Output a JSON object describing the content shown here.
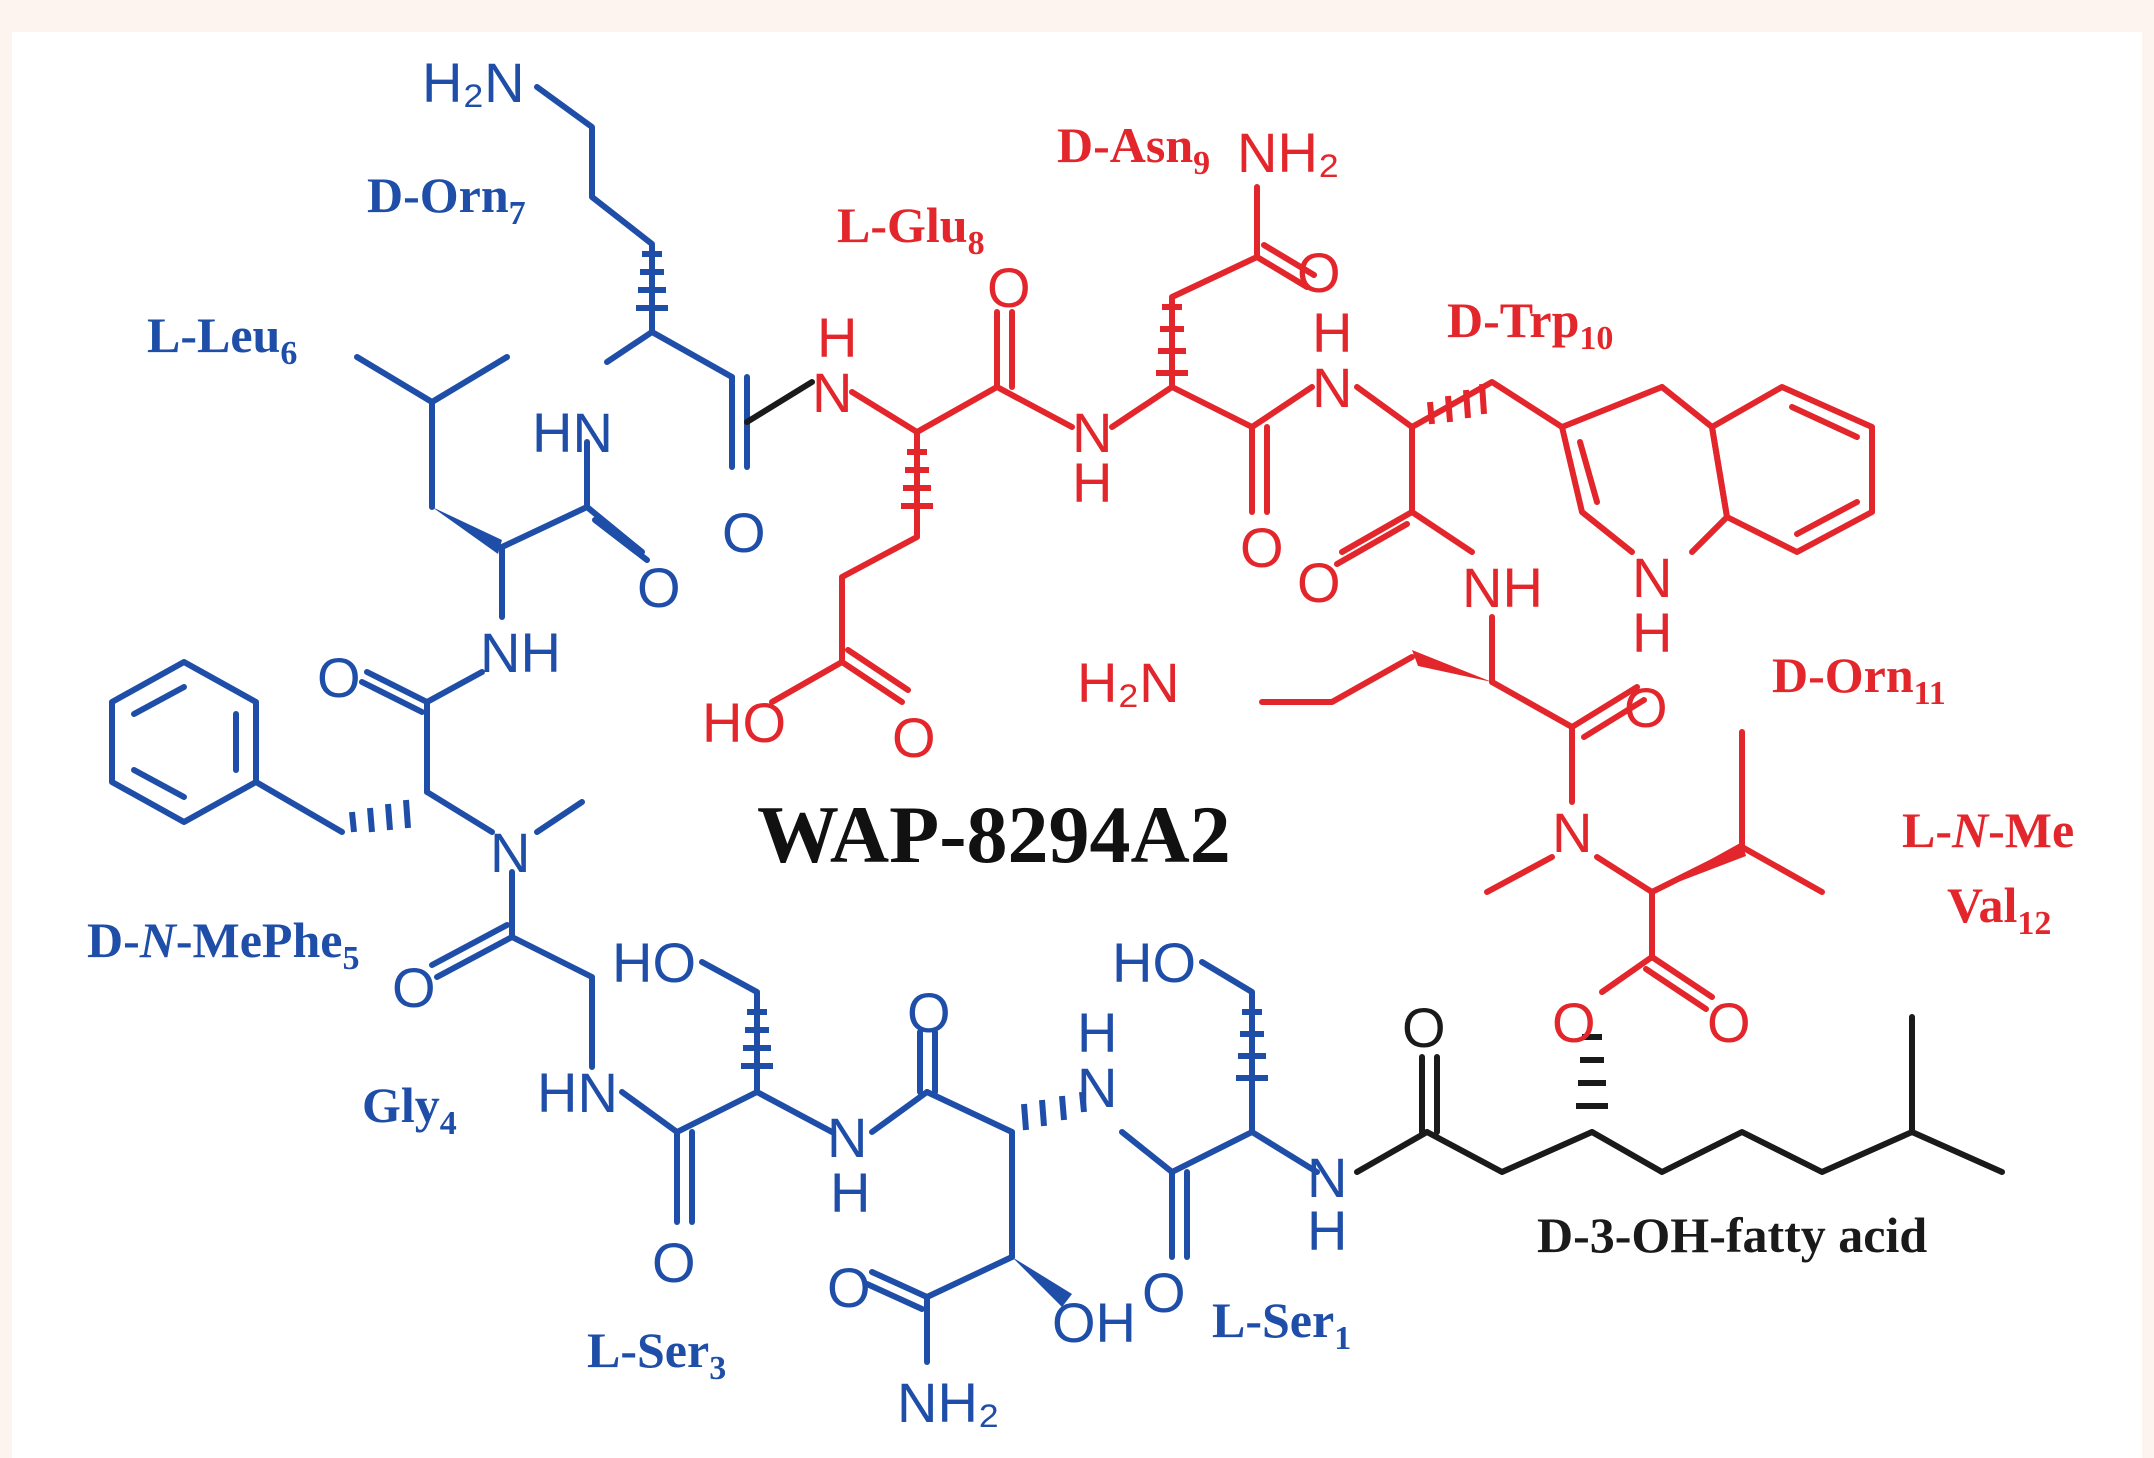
{
  "title": "WAP-8294A2",
  "colors": {
    "blue": "#1f4ea8",
    "red": "#e3262b",
    "black": "#1a1a1a"
  },
  "residues": {
    "orn7": {
      "text": "D-Orn",
      "sub": "7"
    },
    "leu6": {
      "text": "L-Leu",
      "sub": "6"
    },
    "glu8": {
      "text": "L-Glu",
      "sub": "8"
    },
    "asn9": {
      "text": "D-Asn",
      "sub": "9"
    },
    "trp10": {
      "text": "D-Trp",
      "sub": "10"
    },
    "orn11": {
      "text": "D-Orn",
      "sub": "11"
    },
    "mephe5": {
      "pre": "D-",
      "ital": "N",
      "text": "-MePhe",
      "sub": "5"
    },
    "meval12_line1": {
      "pre": "L-",
      "ital": "N",
      "text": "-Me"
    },
    "meval12_line2": {
      "text": "Val",
      "sub": "12"
    },
    "gly4": {
      "text": "Gly",
      "sub": "4"
    },
    "ser3": {
      "text": "L-Ser",
      "sub": "3"
    },
    "ser1": {
      "text": "L-Ser",
      "sub": "1"
    },
    "fatty": {
      "text": "D-3-OH-fatty acid"
    }
  },
  "atoms": {
    "h2n": "H₂N",
    "nh2": "NH₂",
    "o": "O",
    "nh": "NH",
    "hn": "HN",
    "n": "N",
    "h": "H",
    "ho": "HO",
    "oh": "OH"
  }
}
